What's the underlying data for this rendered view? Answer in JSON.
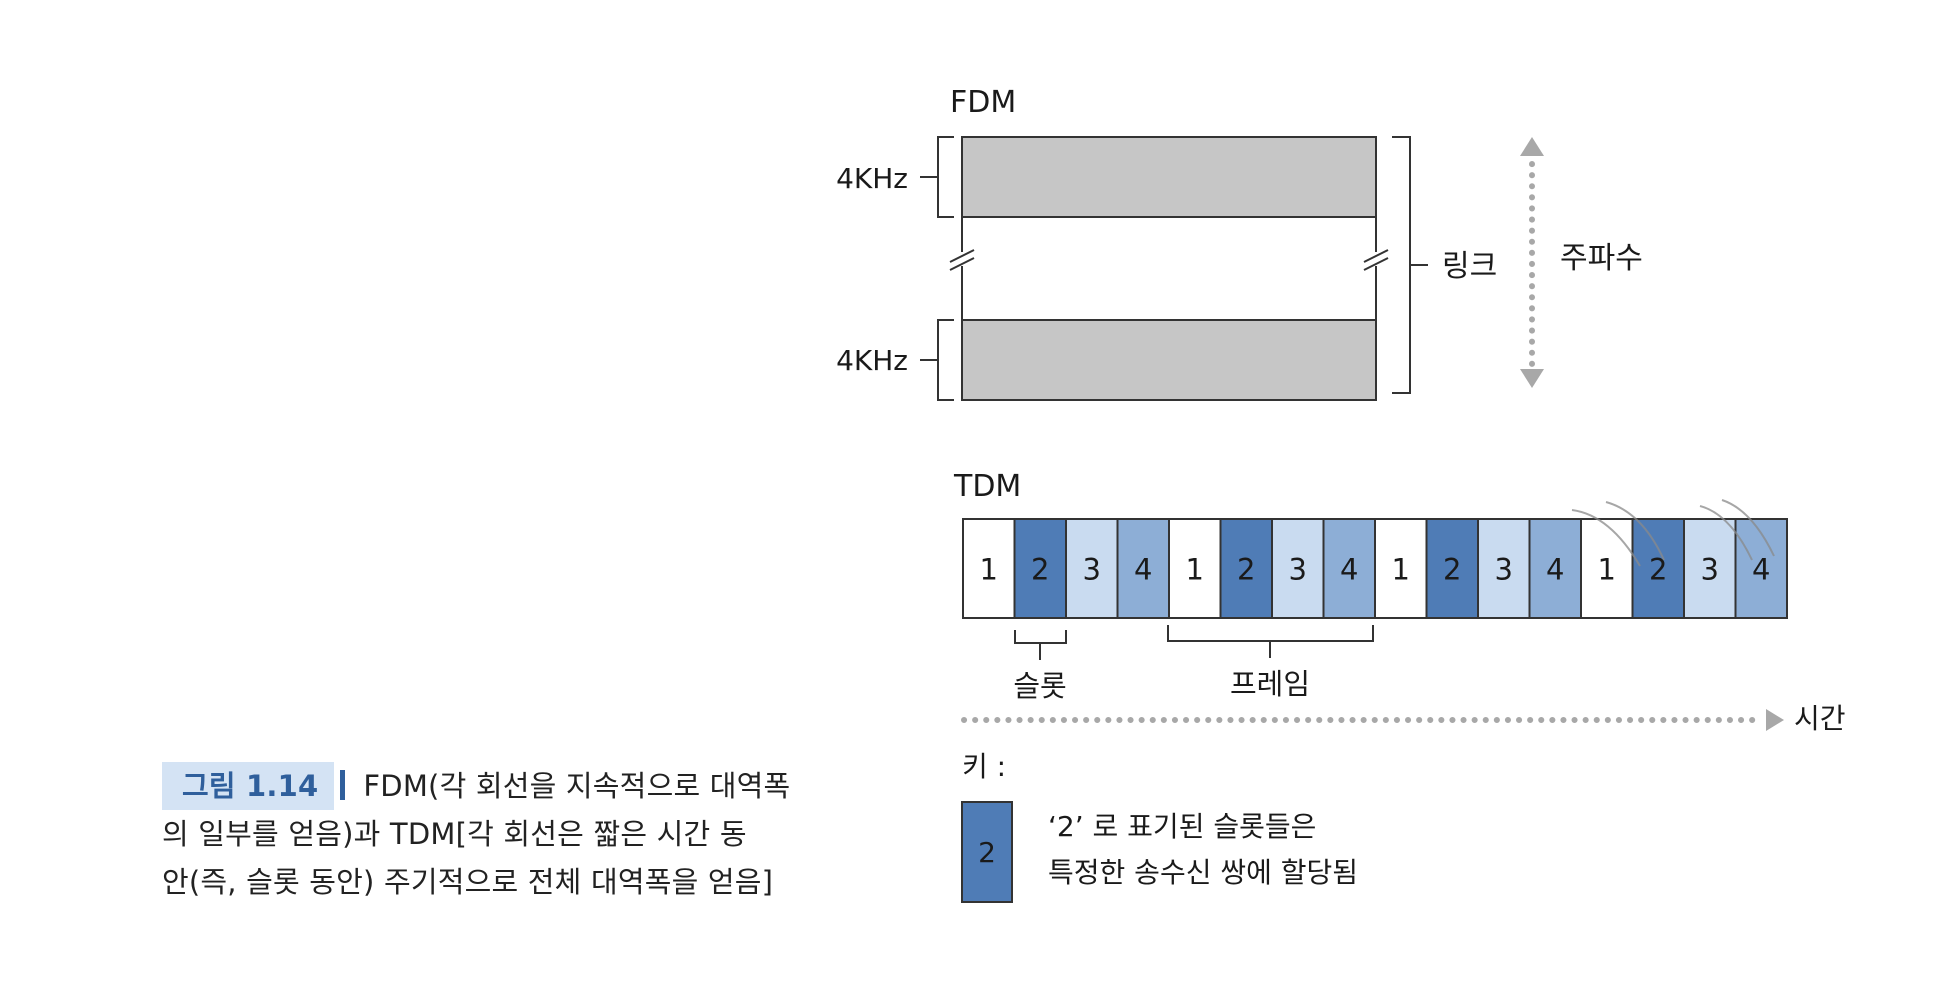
{
  "fdm": {
    "title": "FDM",
    "band_label_top": "4KHz",
    "band_label_bottom": "4KHz",
    "link_label": "링크",
    "axis_label": "주파수"
  },
  "tdm": {
    "title": "TDM",
    "slots": [
      "1",
      "2",
      "3",
      "4",
      "1",
      "2",
      "3",
      "4",
      "1",
      "2",
      "3",
      "4",
      "1",
      "2",
      "3",
      "4"
    ],
    "slot_label": "슬롯",
    "frame_label": "프레임",
    "axis_label": "시간"
  },
  "key": {
    "title": "키 :",
    "sample_slot": "2",
    "text_line1": "‘2’ 로 표기된 슬롯들은",
    "text_line2": "특정한 송수신 쌍에 할당됨"
  },
  "caption": {
    "label": "그림 1.14",
    "line1": "FDM(각 회선을 지속적으로 대역폭",
    "line2": "의 일부를 얻음)과 TDM[각 회선은 짧은 시간 동",
    "line3": "안(즉, 슬롯 동안) 주기적으로 전체 대역폭을 얻음]"
  },
  "colors": {
    "band_fill": "#c6c6c6",
    "slot_1": "#ffffff",
    "slot_2": "#4f7cb6",
    "slot_3": "#c9dbf0",
    "slot_4": "#8daed6",
    "arrow": "#a8a8a8",
    "caption_accent": "#2f5f9c"
  }
}
